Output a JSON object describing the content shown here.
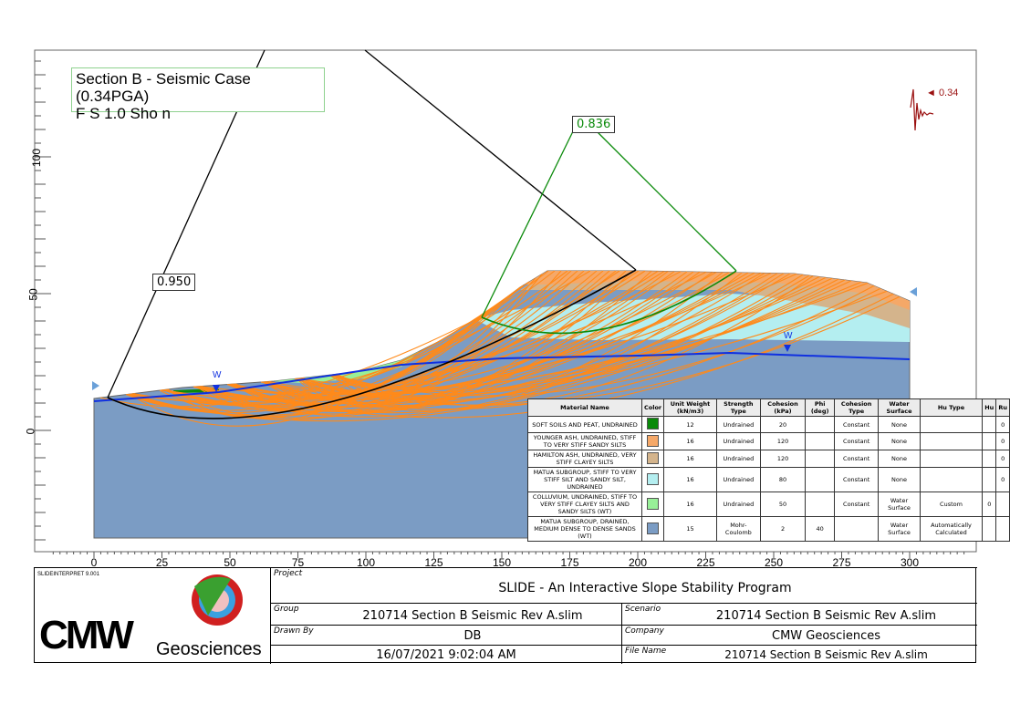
{
  "title_box": {
    "line1": "Section B - Seismic Case (0.34PGA)",
    "line2": "F   S   1.0 Sho   n"
  },
  "fs_labels": {
    "global": "0.950",
    "critical": "0.836"
  },
  "seismic": {
    "label": "◄ 0.34",
    "color": "#9a1010"
  },
  "water_marker": "W",
  "x_axis": {
    "ticks": [
      "0",
      "25",
      "50",
      "75",
      "100",
      "125",
      "150",
      "175",
      "200",
      "225",
      "250",
      "275",
      "300"
    ]
  },
  "y_axis": {
    "ticks": [
      "0",
      "50",
      "100"
    ]
  },
  "materials": {
    "headers": [
      "Material Name",
      "Color",
      "Unit Weight (kN/m3)",
      "Strength Type",
      "Cohesion (kPa)",
      "Phi (deg)",
      "Cohesion Type",
      "Water Surface",
      "Hu Type",
      "Hu",
      "Ru"
    ],
    "rows": [
      {
        "name": "SOFT SOILS AND PEAT, UNDRAINED",
        "color": "#0a8a0a",
        "uw": "12",
        "st": "Undrained",
        "c": "20",
        "phi": "",
        "ct": "Constant",
        "ws": "None",
        "hut": "",
        "hu": "",
        "ru": "0"
      },
      {
        "name": "YOUNGER ASH, UNDRAINED, STIFF TO VERY STIFF SANDY SILTS",
        "color": "#f5a868",
        "uw": "16",
        "st": "Undrained",
        "c": "120",
        "phi": "",
        "ct": "Constant",
        "ws": "None",
        "hut": "",
        "hu": "",
        "ru": "0"
      },
      {
        "name": "HAMILTON ASH, UNDRAINED, VERY STIFF CLAYEY SILTS",
        "color": "#d4b48c",
        "uw": "16",
        "st": "Undrained",
        "c": "120",
        "phi": "",
        "ct": "Constant",
        "ws": "None",
        "hut": "",
        "hu": "",
        "ru": "0"
      },
      {
        "name": "MATUA SUBGROUP, STIFF TO VERY STIFF SILT AND SANDY SILT, UNDRAINED",
        "color": "#b4eef0",
        "uw": "16",
        "st": "Undrained",
        "c": "80",
        "phi": "",
        "ct": "Constant",
        "ws": "None",
        "hut": "",
        "hu": "",
        "ru": "0"
      },
      {
        "name": "COLLUVIUM, UNDRAINED, STIFF TO VERY STIFF CLAYEY SILTS AND SANDY SILTS (WT)",
        "color": "#98f098",
        "uw": "16",
        "st": "Undrained",
        "c": "50",
        "phi": "",
        "ct": "Constant",
        "ws": "Water Surface",
        "hut": "Custom",
        "hu": "0",
        "ru": ""
      },
      {
        "name": "MATUA SUBGROUP, DRAINED, MEDIUM DENSE TO DENSE SANDS (WT)",
        "color": "#7b9cc4",
        "uw": "15",
        "st": "Mohr-Coulomb",
        "c": "2",
        "phi": "40",
        "ct": "",
        "ws": "Water Surface",
        "hut": "Automatically Calculated",
        "hu": "",
        "ru": ""
      }
    ]
  },
  "title_block": {
    "logo_text": "CMW Geosciences",
    "version": "SLIDEINTERPRET 9.001",
    "project_caption": "Project",
    "project": "SLIDE - An Interactive Slope Stability Program",
    "group_caption": "Group",
    "group": "210714 Section B Seismic Rev A.slim",
    "scenario_caption": "Scenario",
    "scenario": "210714 Section B Seismic Rev A.slim",
    "drawn_caption": "Drawn By",
    "drawn": "DB",
    "company_caption": "Company",
    "company": "CMW Geosciences",
    "date": "16/07/2021 9:02:04 AM",
    "file_caption": "File Name",
    "file": "210714 Section B Seismic Rev A.slim"
  }
}
